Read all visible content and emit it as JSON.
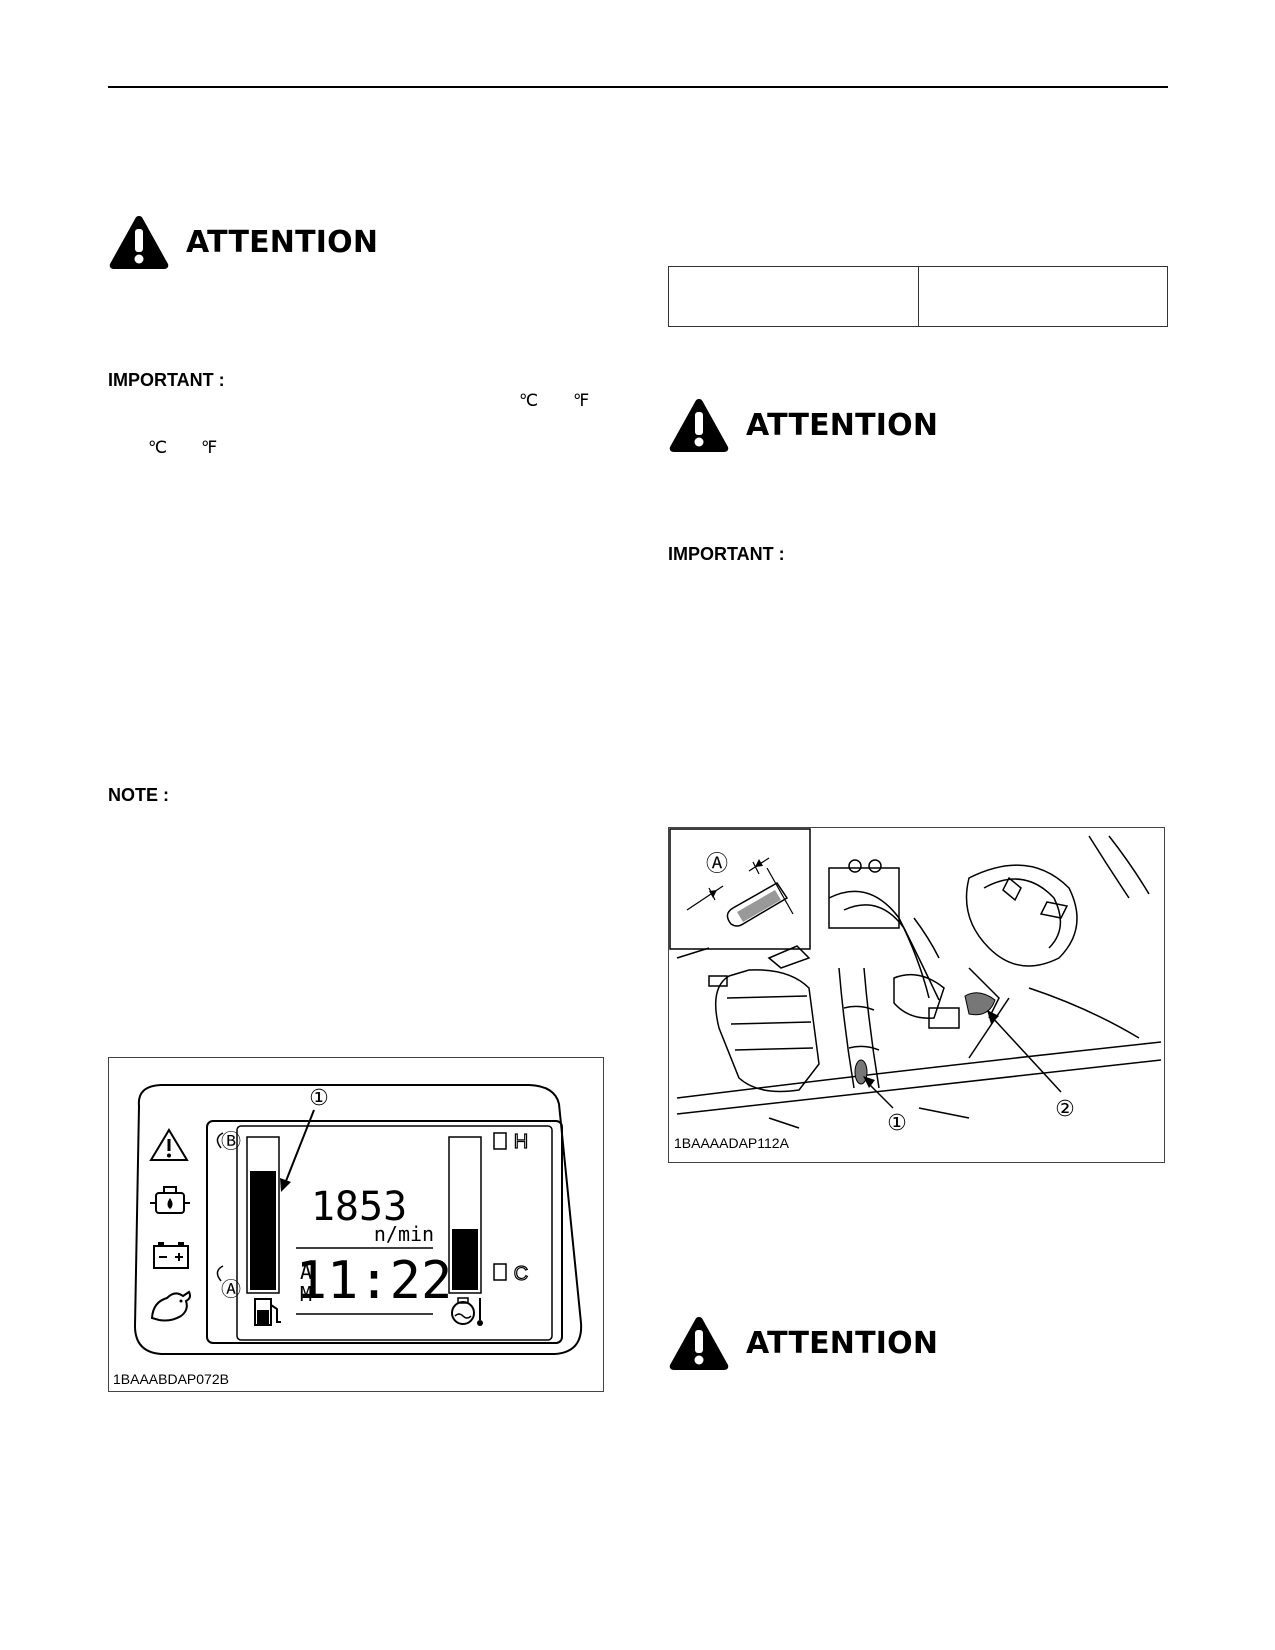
{
  "warnings": [
    {
      "label": "ATTENTION",
      "icon": "warning-triangle-icon"
    },
    {
      "label": "ATTENTION",
      "icon": "warning-triangle-icon"
    },
    {
      "label": "ATTENTION",
      "icon": "warning-triangle-icon"
    }
  ],
  "left_column": {
    "important_label": "IMPORTANT :",
    "temp_units_line1": [
      "℃",
      "℉"
    ],
    "temp_units_line2": [
      "℃",
      "℉"
    ],
    "note_label": "NOTE :"
  },
  "right_column": {
    "important_label": "IMPORTANT :"
  },
  "figure_display": {
    "code": "1BAAABDAP072B",
    "callout": "①",
    "marker_b": "Ⓑ",
    "marker_a": "Ⓐ",
    "rpm_value": "1853",
    "rpm_unit": "n/min",
    "am_top": "A",
    "am_bottom": "M",
    "clock": "11:22",
    "fuel_gauge_level": 0.79,
    "temp_gauge_level": 0.41,
    "hot_label": "H",
    "cold_label": "C"
  },
  "figure_engine": {
    "code": "1BAAAADAP112A",
    "callout_1": "①",
    "callout_2": "②",
    "inset_marker": "Ⓐ"
  },
  "colors": {
    "ink": "#000000",
    "frame": "#444444"
  }
}
